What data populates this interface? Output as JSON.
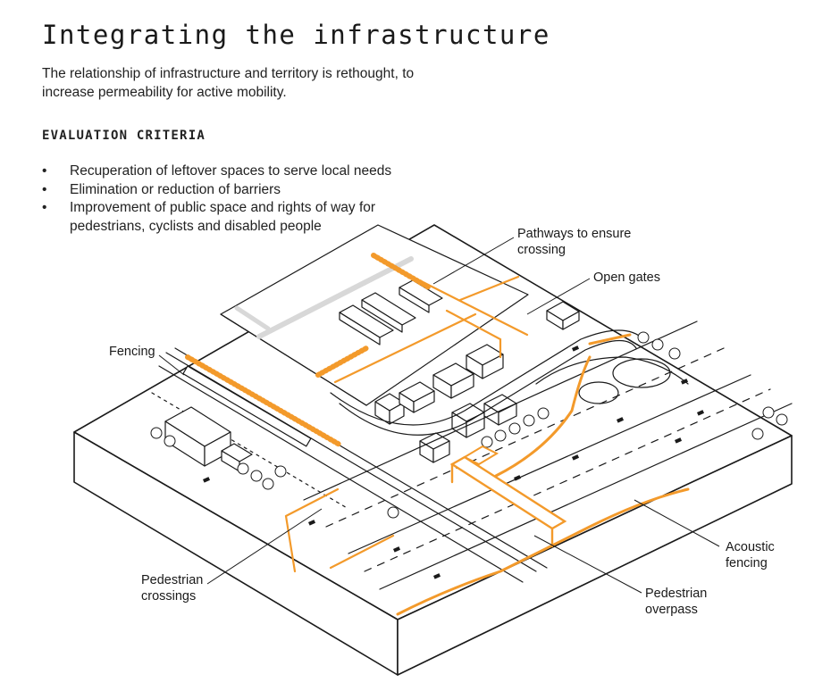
{
  "title": "Integrating the infrastructure",
  "intro": "The relationship of infrastructure and territory is rethought, to increase permeability for active mobility.",
  "criteria": {
    "heading": "EVALUATION CRITERIA",
    "items": [
      "Recuperation of leftover spaces to serve local needs",
      "Elimination or reduction of barriers",
      "Improvement of public space and rights of way for pedestrians, cyclists and disabled people"
    ]
  },
  "labels": {
    "pathways": "Pathways to ensure crossing",
    "open_gates": "Open gates",
    "fencing": "Fencing",
    "acoustic_fencing": "Acoustic fencing",
    "pedestrian_crossings": "Pedestrian crossings",
    "pedestrian_overpass": "Pedestrian overpass"
  },
  "colors": {
    "accent": "#f39a2b",
    "ink": "#1a1a1a",
    "road": "#d8d8d8"
  }
}
